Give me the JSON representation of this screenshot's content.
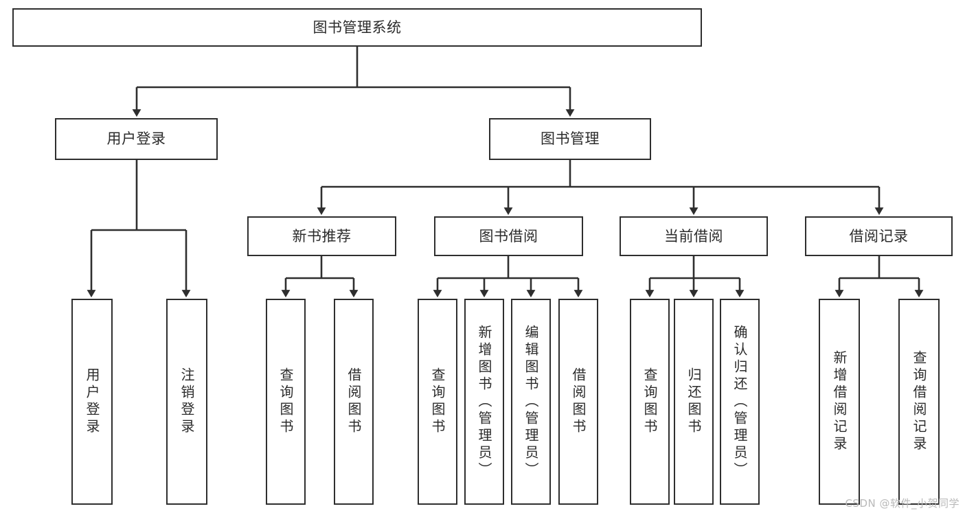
{
  "diagram": {
    "type": "tree",
    "title": "图书管理系统",
    "style": {
      "background": "#ffffff",
      "border_color": "#2e2e2e",
      "text_color": "#2b2b2b",
      "connector_color": "#2e2e2e"
    },
    "levels": 4,
    "nodes": {
      "root": {
        "label": "图书管理系统"
      },
      "branch_user_login": {
        "label": "用户登录"
      },
      "branch_book_mgmt": {
        "label": "图书管理"
      },
      "branch_new_book": {
        "label": "新书推荐"
      },
      "branch_borrow": {
        "label": "图书借阅"
      },
      "branch_current": {
        "label": "当前借阅"
      },
      "branch_records": {
        "label": "借阅记录"
      },
      "leaf_user_login": {
        "label": "用户登录"
      },
      "leaf_logout": {
        "label": "注销登录"
      },
      "leaf_new_query": {
        "label": "查询图书"
      },
      "leaf_new_borrow": {
        "label": "借阅图书"
      },
      "leaf_borrow_query": {
        "label": "查询图书"
      },
      "leaf_borrow_add": {
        "label": "新增图书（管理员）"
      },
      "leaf_borrow_edit": {
        "label": "编辑图书（管理员）"
      },
      "leaf_borrow_do": {
        "label": "借阅图书"
      },
      "leaf_cur_query": {
        "label": "查询图书"
      },
      "leaf_cur_return": {
        "label": "归还图书"
      },
      "leaf_cur_confirm": {
        "label": "确认归还（管理员）"
      },
      "leaf_rec_add": {
        "label": "新增借阅记录"
      },
      "leaf_rec_query": {
        "label": "查询借阅记录"
      }
    },
    "edges": [
      {
        "from": "root",
        "to": "branch_user_login"
      },
      {
        "from": "root",
        "to": "branch_book_mgmt"
      },
      {
        "from": "branch_user_login",
        "to": "leaf_user_login"
      },
      {
        "from": "branch_user_login",
        "to": "leaf_logout"
      },
      {
        "from": "branch_book_mgmt",
        "to": "branch_new_book"
      },
      {
        "from": "branch_book_mgmt",
        "to": "branch_borrow"
      },
      {
        "from": "branch_book_mgmt",
        "to": "branch_current"
      },
      {
        "from": "branch_book_mgmt",
        "to": "branch_records"
      },
      {
        "from": "branch_new_book",
        "to": "leaf_new_query"
      },
      {
        "from": "branch_new_book",
        "to": "leaf_new_borrow"
      },
      {
        "from": "branch_borrow",
        "to": "leaf_borrow_query"
      },
      {
        "from": "branch_borrow",
        "to": "leaf_borrow_add"
      },
      {
        "from": "branch_borrow",
        "to": "leaf_borrow_edit"
      },
      {
        "from": "branch_borrow",
        "to": "leaf_borrow_do"
      },
      {
        "from": "branch_current",
        "to": "leaf_cur_query"
      },
      {
        "from": "branch_current",
        "to": "leaf_cur_return"
      },
      {
        "from": "branch_current",
        "to": "leaf_cur_confirm"
      },
      {
        "from": "branch_records",
        "to": "leaf_rec_add"
      },
      {
        "from": "branch_records",
        "to": "leaf_rec_query"
      }
    ]
  },
  "watermark": {
    "text": "CSDN @软件_小贺同学"
  }
}
